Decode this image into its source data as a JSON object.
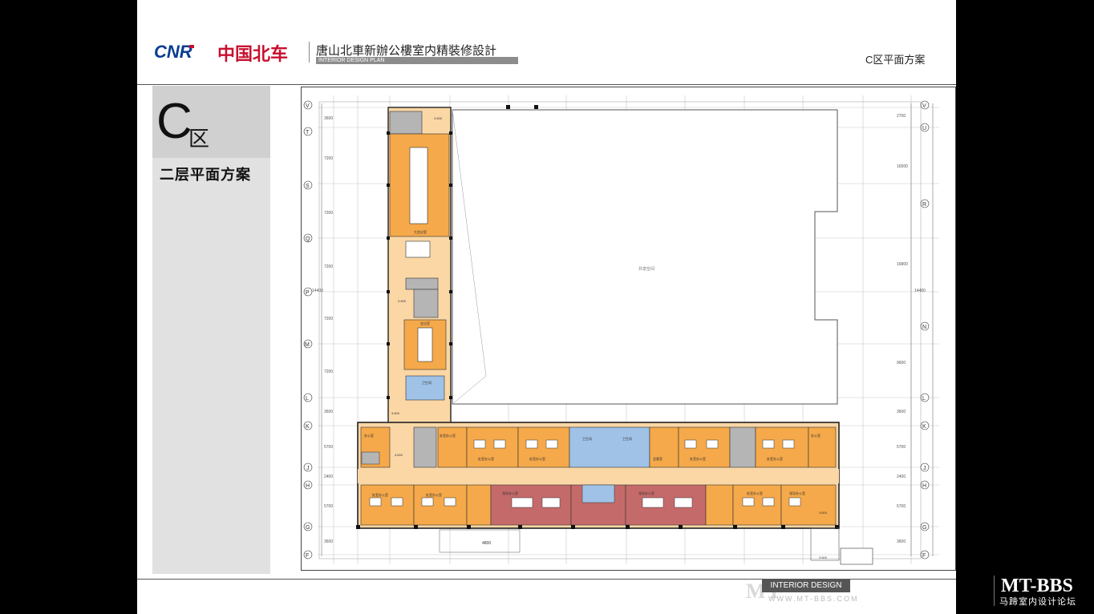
{
  "header": {
    "logo_text": "CNR",
    "brand_cn": "中国北车",
    "project_title": "唐山北車新辦公樓室内精裝修設計",
    "project_subtitle": "INTERIOR DESIGN PLAN",
    "section_label": "C区平面方案"
  },
  "sidebar": {
    "zone_letter": "C",
    "zone_char": "区",
    "floor_title": "二层平面方案"
  },
  "plan": {
    "axes_left": [
      "V",
      "T",
      "S",
      "Q",
      "P",
      "M",
      "L",
      "K",
      "J",
      "H",
      "G",
      "F"
    ],
    "axes_right": [
      "V",
      "U",
      "R",
      "N",
      "L",
      "K",
      "J",
      "H",
      "G",
      "F"
    ],
    "dims_left": [
      "3600",
      "7200",
      "7200",
      "7200",
      "7200",
      "7200",
      "3600",
      "5700",
      "2400",
      "5700",
      "3600"
    ],
    "dims_right": [
      "2700",
      "16500",
      "16800",
      "9600",
      "3600",
      "5700",
      "2400",
      "5700",
      "3600"
    ],
    "total_dim": "14400",
    "void_label": "共享空间",
    "stair_dim": "4800",
    "level_marks": [
      "3.600",
      "3.600",
      "3.600",
      "3.600",
      "3.600",
      "3.600"
    ],
    "room_labels": [
      "大会议室",
      "会议室",
      "会议室",
      "卫生间",
      "卫生间",
      "卫生间",
      "办公室",
      "处室办公室",
      "处室办公室",
      "处室办公室",
      "处室办公室",
      "会客室",
      "处室办公室",
      "处室办公室",
      "办公室",
      "处室办公室",
      "处室办公室",
      "处室办公室",
      "领导办公室",
      "领导办公室",
      "处室办公室",
      "领导办公室",
      "领导办公室"
    ],
    "colors": {
      "office": "#f5a94a",
      "corridor": "#fbd7a6",
      "lead_office": "#c56a6a",
      "wc": "#9fc2e6",
      "stair": "#b5b5b5"
    }
  },
  "watermark": {
    "brand": "MT",
    "tag": "INTERIOR DESIGN",
    "url": "WWW.MT-BBS.COM",
    "bbs": "MT-BBS",
    "bbs_sub": "马蹄室内设计论坛"
  }
}
